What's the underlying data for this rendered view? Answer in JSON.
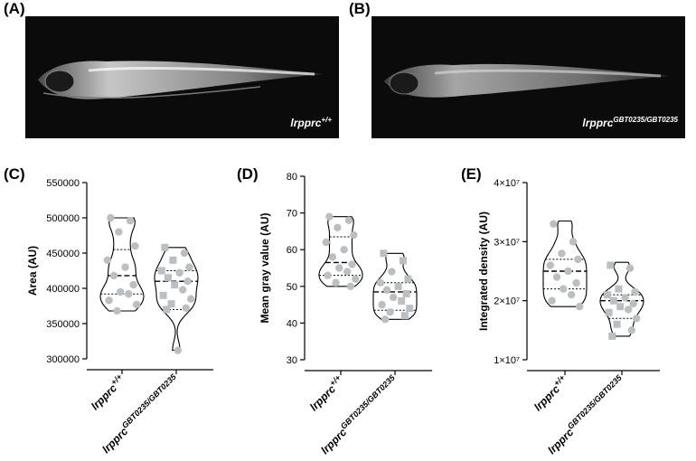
{
  "panels": {
    "A": {
      "label": "(A)",
      "genotype": "lrpprc",
      "sup": "+/+"
    },
    "B": {
      "label": "(B)",
      "genotype": "lrpprc",
      "sup": "GBT0235/GBT0235"
    }
  },
  "chart_data": [
    {
      "type": "violin",
      "panel": "(C)",
      "ylabel": "Area (AU)",
      "yticks": [
        "300000",
        "350000",
        "400000",
        "450000",
        "500000",
        "550000"
      ],
      "ylim": [
        300000,
        550000
      ],
      "categories": [
        {
          "name": "lrpprc",
          "sup": "+/+"
        },
        {
          "name": "lrpprc",
          "sup": "GBT0235/GBT0235"
        }
      ],
      "series": [
        {
          "min": 368000,
          "q1": 392000,
          "median": 418000,
          "q3": 455000,
          "max": 500000,
          "points": [
            {
              "v": 500000,
              "s": "c"
            },
            {
              "v": 496000,
              "s": "c"
            },
            {
              "v": 480000,
              "s": "c"
            },
            {
              "v": 460000,
              "s": "c"
            },
            {
              "v": 440000,
              "s": "c"
            },
            {
              "v": 430000,
              "s": "c"
            },
            {
              "v": 418000,
              "s": "c"
            },
            {
              "v": 405000,
              "s": "c"
            },
            {
              "v": 395000,
              "s": "c"
            },
            {
              "v": 392000,
              "s": "c"
            },
            {
              "v": 383000,
              "s": "c"
            },
            {
              "v": 377000,
              "s": "c"
            },
            {
              "v": 368000,
              "s": "c"
            }
          ]
        },
        {
          "min": 312000,
          "q1": 370000,
          "median": 410000,
          "q3": 425000,
          "max": 458000,
          "points": [
            {
              "v": 458000,
              "s": "s"
            },
            {
              "v": 450000,
              "s": "c"
            },
            {
              "v": 440000,
              "s": "s"
            },
            {
              "v": 430000,
              "s": "c"
            },
            {
              "v": 425000,
              "s": "s"
            },
            {
              "v": 422000,
              "s": "c"
            },
            {
              "v": 415000,
              "s": "s"
            },
            {
              "v": 410000,
              "s": "c"
            },
            {
              "v": 405000,
              "s": "s"
            },
            {
              "v": 398000,
              "s": "c"
            },
            {
              "v": 390000,
              "s": "s"
            },
            {
              "v": 385000,
              "s": "c"
            },
            {
              "v": 378000,
              "s": "s"
            },
            {
              "v": 372000,
              "s": "c"
            },
            {
              "v": 370000,
              "s": "s"
            },
            {
              "v": 312000,
              "s": "c"
            }
          ]
        }
      ]
    },
    {
      "type": "violin",
      "panel": "(D)",
      "ylabel": "Mean gray value (AU)",
      "yticks": [
        "30",
        "40",
        "50",
        "60",
        "70",
        "80"
      ],
      "ylim": [
        30,
        80
      ],
      "categories": [
        {
          "name": "lrpprc",
          "sup": "+/+"
        },
        {
          "name": "lrpprc",
          "sup": "GBT0235/GBT0235"
        }
      ],
      "series": [
        {
          "min": 50,
          "q1": 53,
          "median": 56.5,
          "q3": 63.5,
          "max": 69,
          "points": [
            {
              "v": 69,
              "s": "c"
            },
            {
              "v": 68,
              "s": "c"
            },
            {
              "v": 66,
              "s": "c"
            },
            {
              "v": 64,
              "s": "c"
            },
            {
              "v": 62,
              "s": "c"
            },
            {
              "v": 60,
              "s": "c"
            },
            {
              "v": 58,
              "s": "c"
            },
            {
              "v": 56,
              "s": "c"
            },
            {
              "v": 55,
              "s": "c"
            },
            {
              "v": 54,
              "s": "c"
            },
            {
              "v": 53,
              "s": "c"
            },
            {
              "v": 52,
              "s": "c"
            },
            {
              "v": 51,
              "s": "c"
            },
            {
              "v": 50,
              "s": "c"
            }
          ]
        },
        {
          "min": 41,
          "q1": 43.5,
          "median": 48.5,
          "q3": 51,
          "max": 59,
          "points": [
            {
              "v": 59,
              "s": "s"
            },
            {
              "v": 57,
              "s": "s"
            },
            {
              "v": 54,
              "s": "c"
            },
            {
              "v": 52,
              "s": "s"
            },
            {
              "v": 51,
              "s": "c"
            },
            {
              "v": 50,
              "s": "s"
            },
            {
              "v": 49,
              "s": "c"
            },
            {
              "v": 48,
              "s": "s"
            },
            {
              "v": 47,
              "s": "c"
            },
            {
              "v": 46,
              "s": "s"
            },
            {
              "v": 45,
              "s": "c"
            },
            {
              "v": 44,
              "s": "s"
            },
            {
              "v": 43,
              "s": "c"
            },
            {
              "v": 42,
              "s": "s"
            },
            {
              "v": 41,
              "s": "c"
            }
          ]
        }
      ]
    },
    {
      "type": "violin",
      "panel": "(E)",
      "ylabel": "Integrated density (AU)",
      "yticks": [
        "1×10⁷",
        "2×10⁷",
        "3×10⁷",
        "4×10⁷"
      ],
      "ylim": [
        10000000,
        40000000
      ],
      "categories": [
        {
          "name": "lrpprc",
          "sup": "+/+"
        },
        {
          "name": "lrpprc",
          "sup": "GBT0235/GBT0235"
        }
      ],
      "series": [
        {
          "min": 19000000,
          "q1": 22000000,
          "median": 25000000,
          "q3": 27000000,
          "max": 33500000,
          "points": [
            {
              "v": 33000000,
              "s": "c"
            },
            {
              "v": 30000000,
              "s": "c"
            },
            {
              "v": 28000000,
              "s": "c"
            },
            {
              "v": 27000000,
              "s": "c"
            },
            {
              "v": 26000000,
              "s": "c"
            },
            {
              "v": 25000000,
              "s": "c"
            },
            {
              "v": 24000000,
              "s": "c"
            },
            {
              "v": 23000000,
              "s": "c"
            },
            {
              "v": 22000000,
              "s": "c"
            },
            {
              "v": 21000000,
              "s": "c"
            },
            {
              "v": 20000000,
              "s": "c"
            },
            {
              "v": 19000000,
              "s": "c"
            }
          ]
        },
        {
          "min": 14000000,
          "q1": 17000000,
          "median": 20000000,
          "q3": 21000000,
          "max": 26500000,
          "points": [
            {
              "v": 26000000,
              "s": "s"
            },
            {
              "v": 25500000,
              "s": "c"
            },
            {
              "v": 22000000,
              "s": "s"
            },
            {
              "v": 21500000,
              "s": "c"
            },
            {
              "v": 21000000,
              "s": "s"
            },
            {
              "v": 20500000,
              "s": "c"
            },
            {
              "v": 20000000,
              "s": "s"
            },
            {
              "v": 19500000,
              "s": "c"
            },
            {
              "v": 19000000,
              "s": "s"
            },
            {
              "v": 18500000,
              "s": "c"
            },
            {
              "v": 18000000,
              "s": "s"
            },
            {
              "v": 17000000,
              "s": "c"
            },
            {
              "v": 16000000,
              "s": "s"
            },
            {
              "v": 15000000,
              "s": "c"
            },
            {
              "v": 14000000,
              "s": "s"
            }
          ]
        }
      ]
    }
  ],
  "colors": {
    "point": "#b9bfc3",
    "line": "#000000",
    "micrograph_bg": "#0b0b0b"
  }
}
